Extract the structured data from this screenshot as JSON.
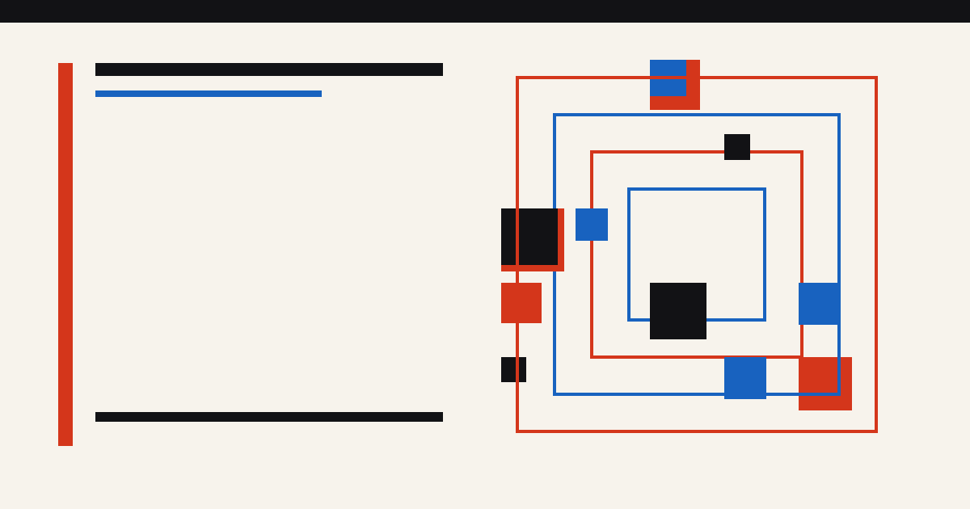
{
  "colors": {
    "background": "#f7f3ec",
    "ink": "#121215",
    "red": "#d4361b",
    "blue": "#1862bf"
  },
  "composition": {
    "style": "abstract geometric",
    "frames": [
      {
        "name": "outer-red-frame",
        "color": "red"
      },
      {
        "name": "outer-blue-frame",
        "color": "blue"
      },
      {
        "name": "inner-red-frame",
        "color": "red"
      },
      {
        "name": "inner-blue-frame",
        "color": "blue"
      }
    ],
    "blocks": [
      {
        "name": "red-block-top",
        "color": "red"
      },
      {
        "name": "blue-block-top",
        "color": "blue"
      },
      {
        "name": "black-block-small-top",
        "color": "ink"
      },
      {
        "name": "red-block-left-shadow",
        "color": "red"
      },
      {
        "name": "black-block-left",
        "color": "ink"
      },
      {
        "name": "blue-block-left",
        "color": "blue"
      },
      {
        "name": "red-block-left-mid",
        "color": "red"
      },
      {
        "name": "black-block-center",
        "color": "ink"
      },
      {
        "name": "blue-block-right",
        "color": "blue"
      },
      {
        "name": "black-block-small-left",
        "color": "ink"
      },
      {
        "name": "blue-block-bottom",
        "color": "blue"
      },
      {
        "name": "red-block-bottom-right",
        "color": "red"
      }
    ]
  }
}
